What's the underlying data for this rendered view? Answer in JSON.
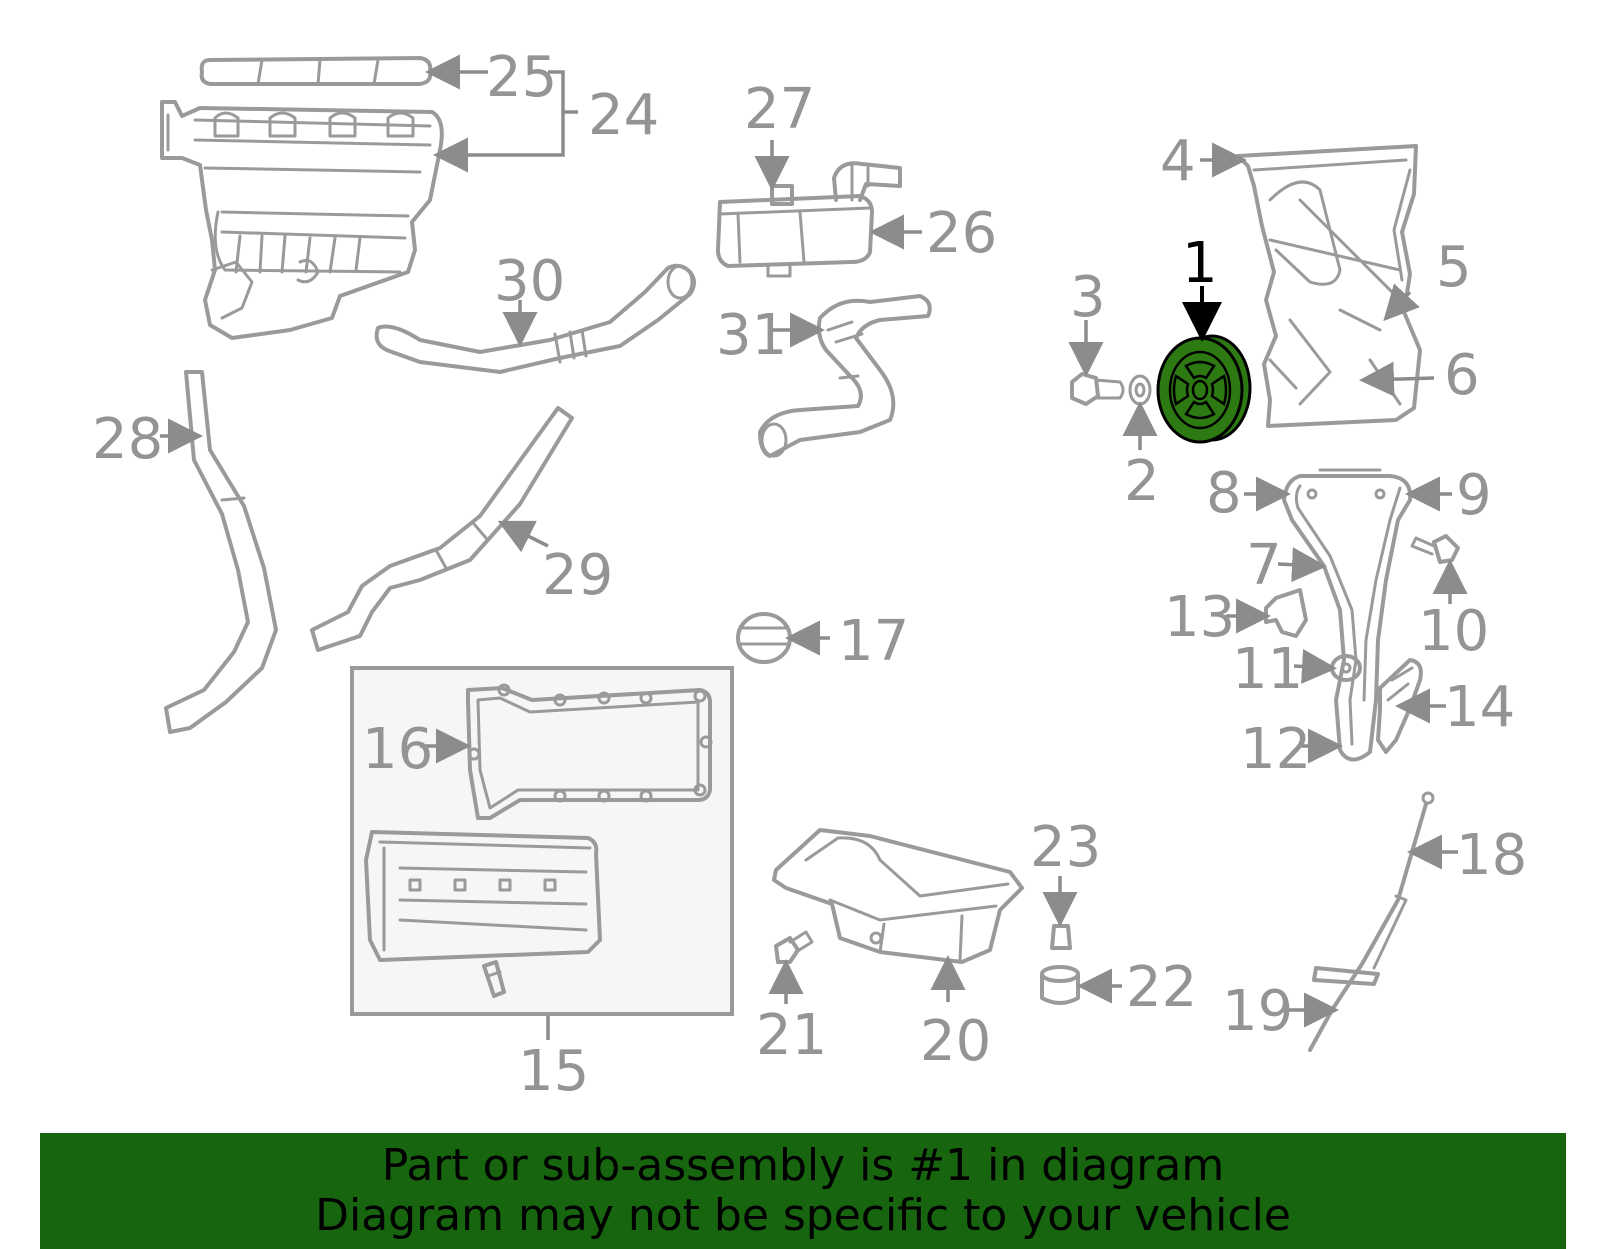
{
  "diagram": {
    "highlighted_part": "1",
    "highlight_color": "#2d7a12",
    "line_color": "#9a9a9a",
    "callouts": [
      "1",
      "2",
      "3",
      "4",
      "5",
      "6",
      "7",
      "8",
      "9",
      "10",
      "11",
      "12",
      "13",
      "14",
      "15",
      "16",
      "17",
      "18",
      "19",
      "20",
      "21",
      "22",
      "23",
      "24",
      "25",
      "26",
      "27",
      "28",
      "29",
      "30",
      "31"
    ]
  },
  "banner": {
    "background": "#17650f",
    "line1": "Part or sub-assembly is #1 in diagram",
    "line2": "Diagram may not be specific to your vehicle"
  }
}
